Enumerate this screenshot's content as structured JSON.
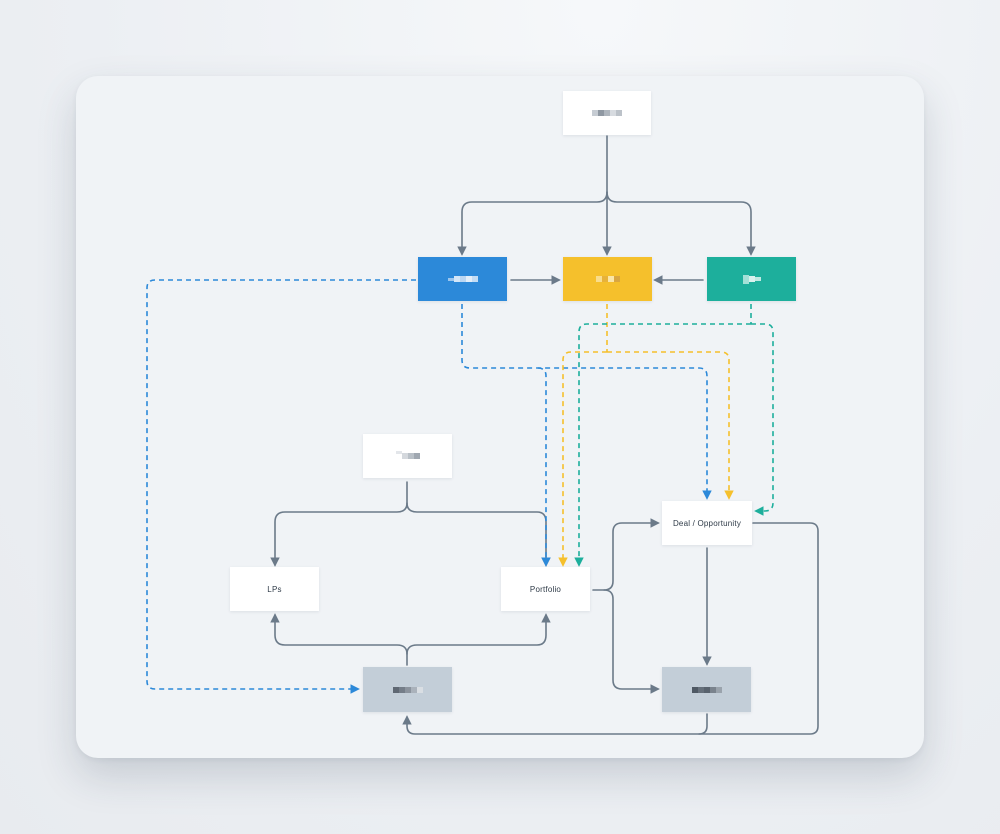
{
  "colors": {
    "blue": "#2c89d9",
    "yellow": "#f5c02c",
    "teal": "#1daf9c",
    "grey_line": "#6b7a89",
    "grey_node": "#c3ced8",
    "white_node": "#ffffff",
    "background": "#f0f3f6"
  },
  "nodes": {
    "top": {
      "label": "",
      "redacted": true
    },
    "blue": {
      "label": "",
      "redacted": true
    },
    "yellow": {
      "label": "",
      "redacted": true
    },
    "teal": {
      "label": "",
      "redacted": true
    },
    "middle": {
      "label": "",
      "redacted": true
    },
    "lps": {
      "label": "LPs"
    },
    "portfolio": {
      "label": "Portfolio"
    },
    "deal": {
      "label": "Deal / Opportunity"
    },
    "bottom_left": {
      "label": "",
      "redacted": true
    },
    "bottom_right": {
      "label": "",
      "redacted": true
    }
  },
  "edges": [
    {
      "from": "top",
      "to": "blue",
      "style": "solid",
      "color": "grey_line"
    },
    {
      "from": "top",
      "to": "yellow",
      "style": "solid",
      "color": "grey_line"
    },
    {
      "from": "top",
      "to": "teal",
      "style": "solid",
      "color": "grey_line"
    },
    {
      "from": "blue",
      "to": "yellow",
      "style": "solid",
      "color": "grey_line"
    },
    {
      "from": "teal",
      "to": "yellow",
      "style": "solid",
      "color": "grey_line"
    },
    {
      "from": "blue",
      "to": "bottom_left",
      "style": "dashed",
      "color": "blue"
    },
    {
      "from": "blue",
      "to": "portfolio",
      "style": "dashed",
      "color": "blue"
    },
    {
      "from": "blue",
      "to": "deal",
      "style": "dashed",
      "color": "blue"
    },
    {
      "from": "yellow",
      "to": "portfolio",
      "style": "dashed",
      "color": "yellow"
    },
    {
      "from": "yellow",
      "to": "deal",
      "style": "dashed",
      "color": "yellow"
    },
    {
      "from": "teal",
      "to": "portfolio",
      "style": "dashed",
      "color": "teal"
    },
    {
      "from": "teal",
      "to": "deal",
      "style": "dashed",
      "color": "teal"
    },
    {
      "from": "middle",
      "to": "lps",
      "style": "solid",
      "color": "grey_line"
    },
    {
      "from": "middle",
      "to": "portfolio",
      "style": "solid",
      "color": "grey_line"
    },
    {
      "from": "bottom_left",
      "to": "lps",
      "style": "solid",
      "color": "grey_line"
    },
    {
      "from": "bottom_left",
      "to": "portfolio",
      "style": "solid",
      "color": "grey_line"
    },
    {
      "from": "portfolio",
      "to": "deal",
      "style": "solid",
      "color": "grey_line"
    },
    {
      "from": "portfolio",
      "to": "bottom_right",
      "style": "solid",
      "color": "grey_line"
    },
    {
      "from": "deal",
      "to": "bottom_right",
      "style": "solid",
      "color": "grey_line"
    },
    {
      "from": "deal",
      "to": "bottom_left",
      "style": "solid",
      "color": "grey_line"
    }
  ]
}
